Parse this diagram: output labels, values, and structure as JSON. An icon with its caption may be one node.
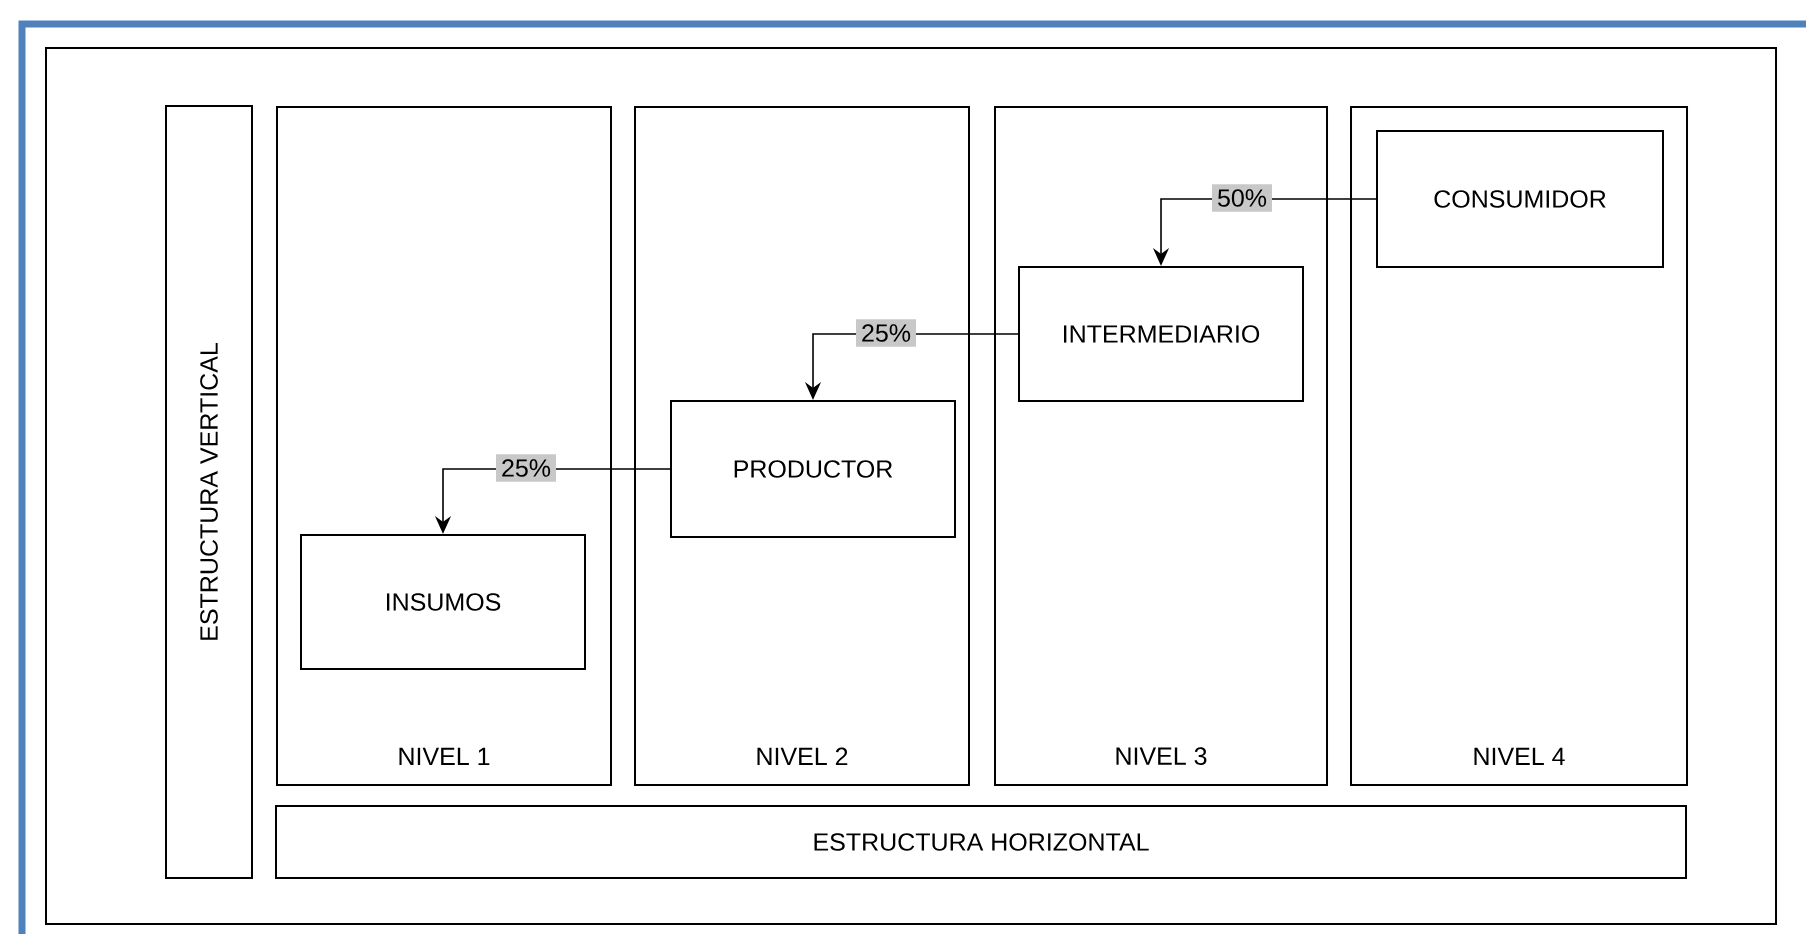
{
  "diagram": {
    "nodes": [
      {
        "text": [
          "ESTRUCTURA VERTICAL"
        ]
      },
      {
        "text": [
          "NIVEL 1"
        ]
      },
      {
        "text": [
          "INSUMOS"
        ],
        "in": 1
      },
      {
        "text": [
          "NIVEL 2"
        ]
      },
      {
        "text": [
          "PRODUCTOR"
        ],
        "in": 3
      },
      {
        "text": [
          "NIVEL 3"
        ]
      },
      {
        "text": [
          "INTERMEDIARIO"
        ],
        "in": 5
      },
      {
        "text": [
          "NIVEL 4"
        ]
      },
      {
        "text": [
          "CONSUMIDOR"
        ],
        "in": 7
      },
      {
        "text": [
          "ESTRUCTURA HORIZONTAL"
        ]
      }
    ],
    "edges": [
      {
        "from": 8,
        "to": 6,
        "arrow": "to",
        "label": "50%"
      },
      {
        "from": 6,
        "to": 4,
        "arrow": "to",
        "label": "25%"
      },
      {
        "from": 4,
        "to": 2,
        "arrow": "to",
        "label": "25%"
      }
    ]
  }
}
